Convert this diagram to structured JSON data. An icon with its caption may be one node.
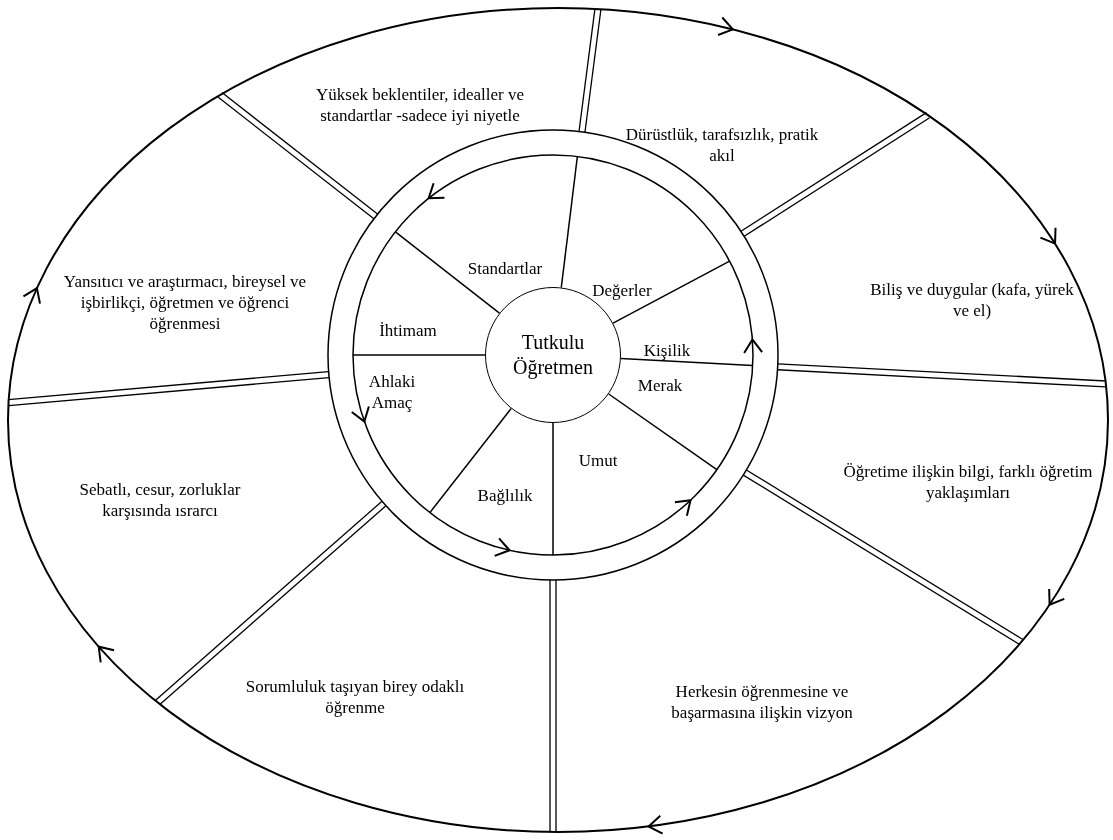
{
  "diagram": {
    "nodes": [
      {
        "text": [
          "Tutkulu Öğretmen"
        ]
      },
      {
        "text": [
          "Standartlar"
        ]
      },
      {
        "text": [
          "Değerler"
        ]
      },
      {
        "text": [
          "Kişilik"
        ]
      },
      {
        "text": [
          "Merak"
        ]
      },
      {
        "text": [
          "Umut"
        ]
      },
      {
        "text": [
          "Bağlılık"
        ]
      },
      {
        "text": [
          "Ahlaki Amaç"
        ]
      },
      {
        "text": [
          "İhtimam"
        ]
      },
      {
        "text": [
          "Yüksek beklentiler, idealler ve standartlar -sadece iyi niyetle"
        ]
      },
      {
        "text": [
          "Dürüstlük, tarafsızlık, pratik akıl"
        ]
      },
      {
        "text": [
          "Biliş ve duygular (kafa, yürek ve el)"
        ]
      },
      {
        "text": [
          "Öğretime ilişkin bilgi, farklı öğretim yaklaşımları"
        ]
      },
      {
        "text": [
          "Herkesin öğrenmesine ve başarmasına ilişkin vizyon"
        ]
      },
      {
        "text": [
          "Sorumluluk taşıyan birey odaklı öğrenme"
        ]
      },
      {
        "text": [
          "Sebatlı, cesur, zorluklar karşısında ısrarcı"
        ]
      },
      {
        "text": [
          "Yansıtıcı ve araştırmacı, bireysel ve işbirlikçi, öğretmen ve öğrenci öğrenmesi"
        ]
      }
    ]
  }
}
